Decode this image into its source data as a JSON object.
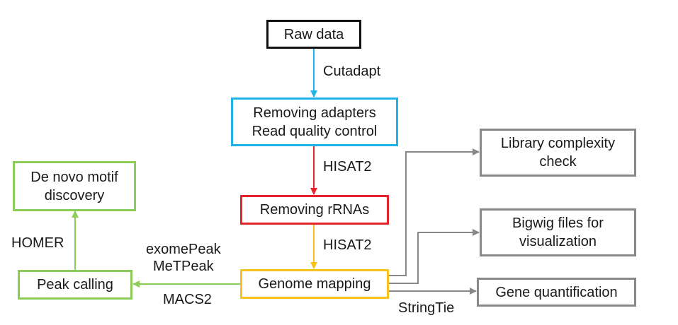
{
  "diagram": {
    "nodes": {
      "raw_data": {
        "lines": [
          "Raw data"
        ],
        "color": "#111111"
      },
      "adapters_qc": {
        "lines": [
          "Removing adapters",
          "Read quality control"
        ],
        "color": "#1fb3e8"
      },
      "removing_rrnas": {
        "lines": [
          "Removing rRNAs"
        ],
        "color": "#e8232a"
      },
      "genome_mapping": {
        "lines": [
          "Genome mapping"
        ],
        "color": "#f8c21d"
      },
      "peak_calling": {
        "lines": [
          "Peak calling"
        ],
        "color": "#8ccd57"
      },
      "de_novo_motif": {
        "lines": [
          "De novo motif",
          "discovery"
        ],
        "color": "#8ccd57"
      },
      "library_complexity": {
        "lines": [
          "Library complexity",
          "check"
        ],
        "color": "#888888"
      },
      "bigwig_files": {
        "lines": [
          "Bigwig files for",
          "visualization"
        ],
        "color": "#888888"
      },
      "gene_quantification": {
        "lines": [
          "Gene quantification"
        ],
        "color": "#888888"
      }
    },
    "edges": [
      {
        "from": "raw_data",
        "to": "adapters_qc",
        "label": "Cutadapt",
        "color": "#1fb3e8"
      },
      {
        "from": "adapters_qc",
        "to": "removing_rrnas",
        "label": "HISAT2",
        "color": "#e8232a"
      },
      {
        "from": "removing_rrnas",
        "to": "genome_mapping",
        "label": "HISAT2",
        "color": "#f8c21d"
      },
      {
        "from": "genome_mapping",
        "to": "peak_calling",
        "label_lines": [
          "exomePeak",
          "MeTPeak",
          "MACS2"
        ],
        "color": "#8ccd57"
      },
      {
        "from": "peak_calling",
        "to": "de_novo_motif",
        "label": "HOMER",
        "color": "#8ccd57"
      },
      {
        "from": "genome_mapping",
        "to": "library_complexity",
        "label": "",
        "color": "#888888"
      },
      {
        "from": "genome_mapping",
        "to": "bigwig_files",
        "label": "",
        "color": "#888888"
      },
      {
        "from": "genome_mapping",
        "to": "gene_quantification",
        "label": "StringTie",
        "color": "#888888"
      }
    ],
    "labels": {
      "cutadapt": "Cutadapt",
      "hisat2_a": "HISAT2",
      "hisat2_b": "HISAT2",
      "exomepeak": "exomePeak",
      "metpeak": "MeTPeak",
      "macs2": "MACS2",
      "homer": "HOMER",
      "stringtie": "StringTie"
    }
  }
}
